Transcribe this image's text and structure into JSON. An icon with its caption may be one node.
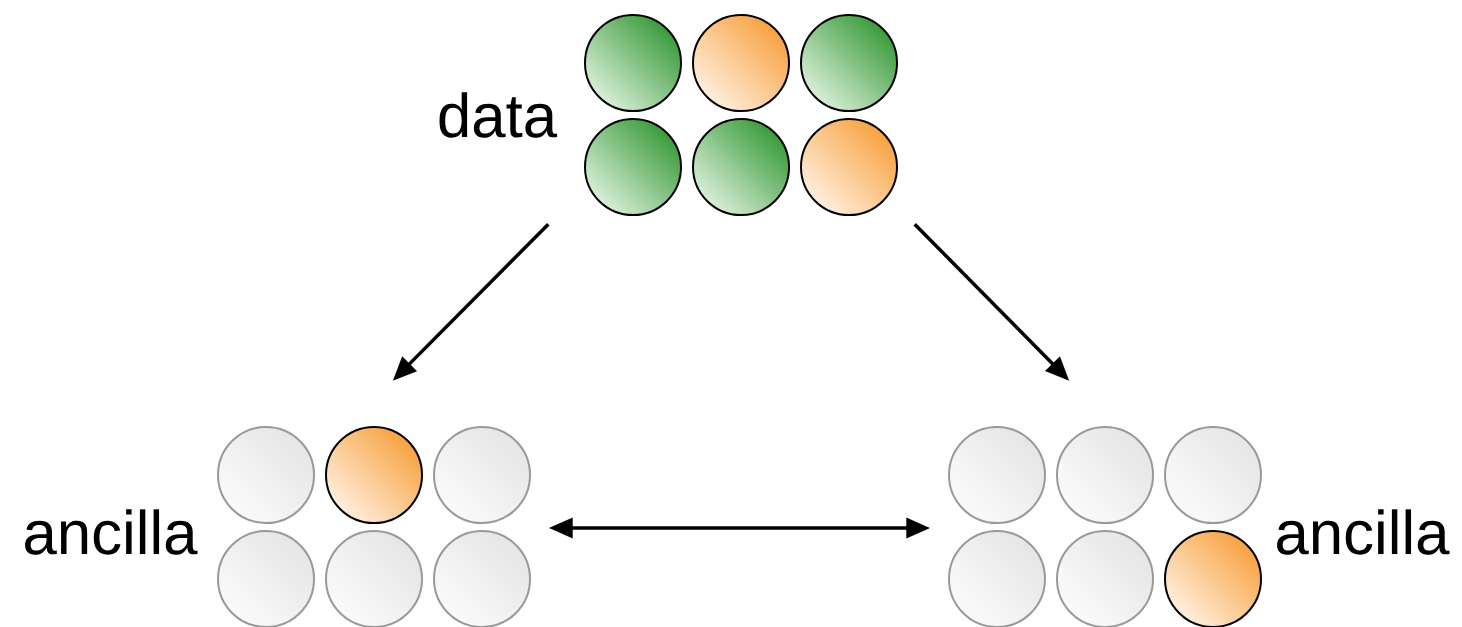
{
  "diagram": {
    "nodes": [
      {
        "text": [
          "data"
        ]
      },
      {
        "text": [
          "ancilla"
        ]
      },
      {
        "text": [
          "ancilla"
        ]
      },
      {
        "text": [],
        "shape": "circle",
        "in": 0
      },
      {
        "text": [],
        "shape": "circle",
        "in": 0
      },
      {
        "text": [],
        "shape": "circle",
        "in": 0
      },
      {
        "text": [],
        "shape": "circle",
        "in": 0
      },
      {
        "text": [],
        "shape": "circle",
        "in": 0
      },
      {
        "text": [],
        "shape": "circle",
        "in": 0
      },
      {
        "text": [],
        "shape": "circle",
        "in": 1
      },
      {
        "text": [],
        "shape": "circle",
        "in": 1
      },
      {
        "text": [],
        "shape": "circle",
        "in": 1
      },
      {
        "text": [],
        "shape": "circle",
        "in": 1
      },
      {
        "text": [],
        "shape": "circle",
        "in": 1
      },
      {
        "text": [],
        "shape": "circle",
        "in": 1
      },
      {
        "text": [],
        "shape": "circle",
        "in": 2
      },
      {
        "text": [],
        "shape": "circle",
        "in": 2
      },
      {
        "text": [],
        "shape": "circle",
        "in": 2
      },
      {
        "text": [],
        "shape": "circle",
        "in": 2
      },
      {
        "text": [],
        "shape": "circle",
        "in": 2
      },
      {
        "text": [],
        "shape": "circle",
        "in": 2
      }
    ],
    "edges": [
      {
        "from": 0,
        "to": 1,
        "arrow": "to"
      },
      {
        "from": 0,
        "to": 2,
        "arrow": "to"
      },
      {
        "from": 1,
        "to": 2,
        "arrow": "both"
      }
    ]
  }
}
